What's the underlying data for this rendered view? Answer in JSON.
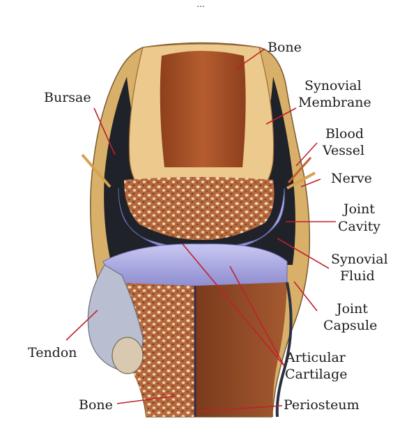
{
  "header_fragment": "...",
  "labels": {
    "bone_top": "Bone",
    "synovial_membrane": [
      "Synovial",
      "Membrane"
    ],
    "bursae": "Bursae",
    "blood_vessel": [
      "Blood",
      "Vessel"
    ],
    "nerve": "Nerve",
    "joint_cavity": [
      "Joint",
      "Cavity"
    ],
    "synovial_fluid": [
      "Synovial",
      "Fluid"
    ],
    "joint_capsule": [
      "Joint",
      "Capsule"
    ],
    "tendon": "Tendon",
    "articular_cartilage": [
      "Articular",
      "Cartilage"
    ],
    "bone_bottom": "Bone",
    "periosteum": "Periosteum"
  },
  "colors": {
    "leader": "#c0202c",
    "bone_shaft": "#a0522d",
    "spongy_bone": "#b86a40",
    "bone_outer": "#e9c98a",
    "cartilage": "#a9a8e0",
    "cavity": "#1f2228",
    "capsule": "#d9b46a",
    "tendon": "#b9bfd0"
  }
}
